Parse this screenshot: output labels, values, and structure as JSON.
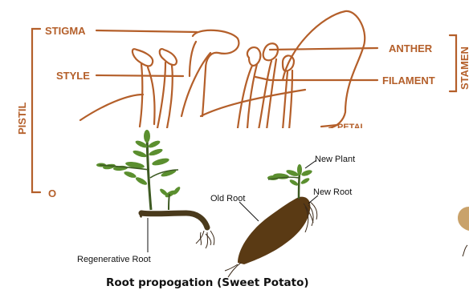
{
  "flower_diagram": {
    "labels": {
      "stigma": "STIGMA",
      "style": "STYLE",
      "pistil": "PISTIL",
      "ovary_cut": "O",
      "anther": "ANTHER",
      "filament": "FILAMENT",
      "stamen": "STAMEN",
      "petal": "PETAL"
    },
    "color": "#b45f2a"
  },
  "root_diagram": {
    "labels": {
      "new_plant": "New Plant",
      "old_root": "Old Root",
      "new_root": "New Root",
      "regenerative_root": "Regenerative Root"
    },
    "caption": "Root propogation (Sweet Potato)",
    "colors": {
      "leaf": "#5b8f2f",
      "stem": "#3d5a22",
      "tuber": "#5a3a14",
      "root": "#3b2a1a"
    }
  }
}
